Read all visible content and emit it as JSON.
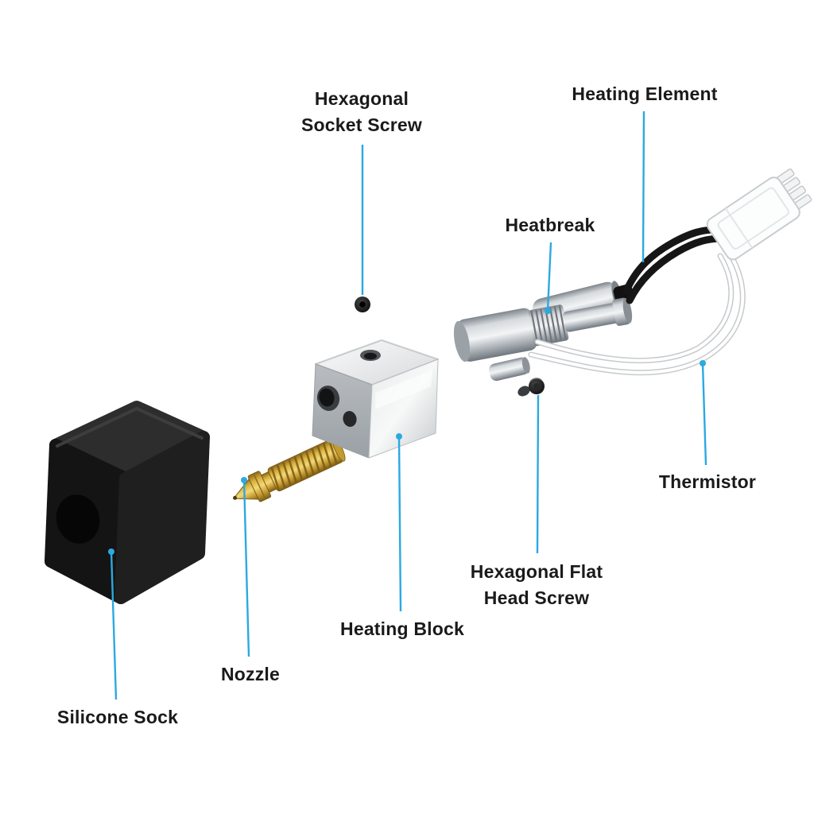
{
  "colors": {
    "accent": "#2BA9E1",
    "ink": "#1a1a1a",
    "bg": "#ffffff",
    "brass": "#D9B23E",
    "steel": "#C9CDD1",
    "black_part": "#161616"
  },
  "labels": {
    "hexagonal_socket_screw": "Hexagonal\nSocket Screw",
    "heating_element": "Heating Element",
    "heatbreak": "Heatbreak",
    "thermistor": "Thermistor",
    "hexagonal_flat_head_screw": "Hexagonal Flat\nHead Screw",
    "heating_block": "Heating Block",
    "nozzle": "Nozzle",
    "silicone_sock": "Silicone Sock"
  }
}
